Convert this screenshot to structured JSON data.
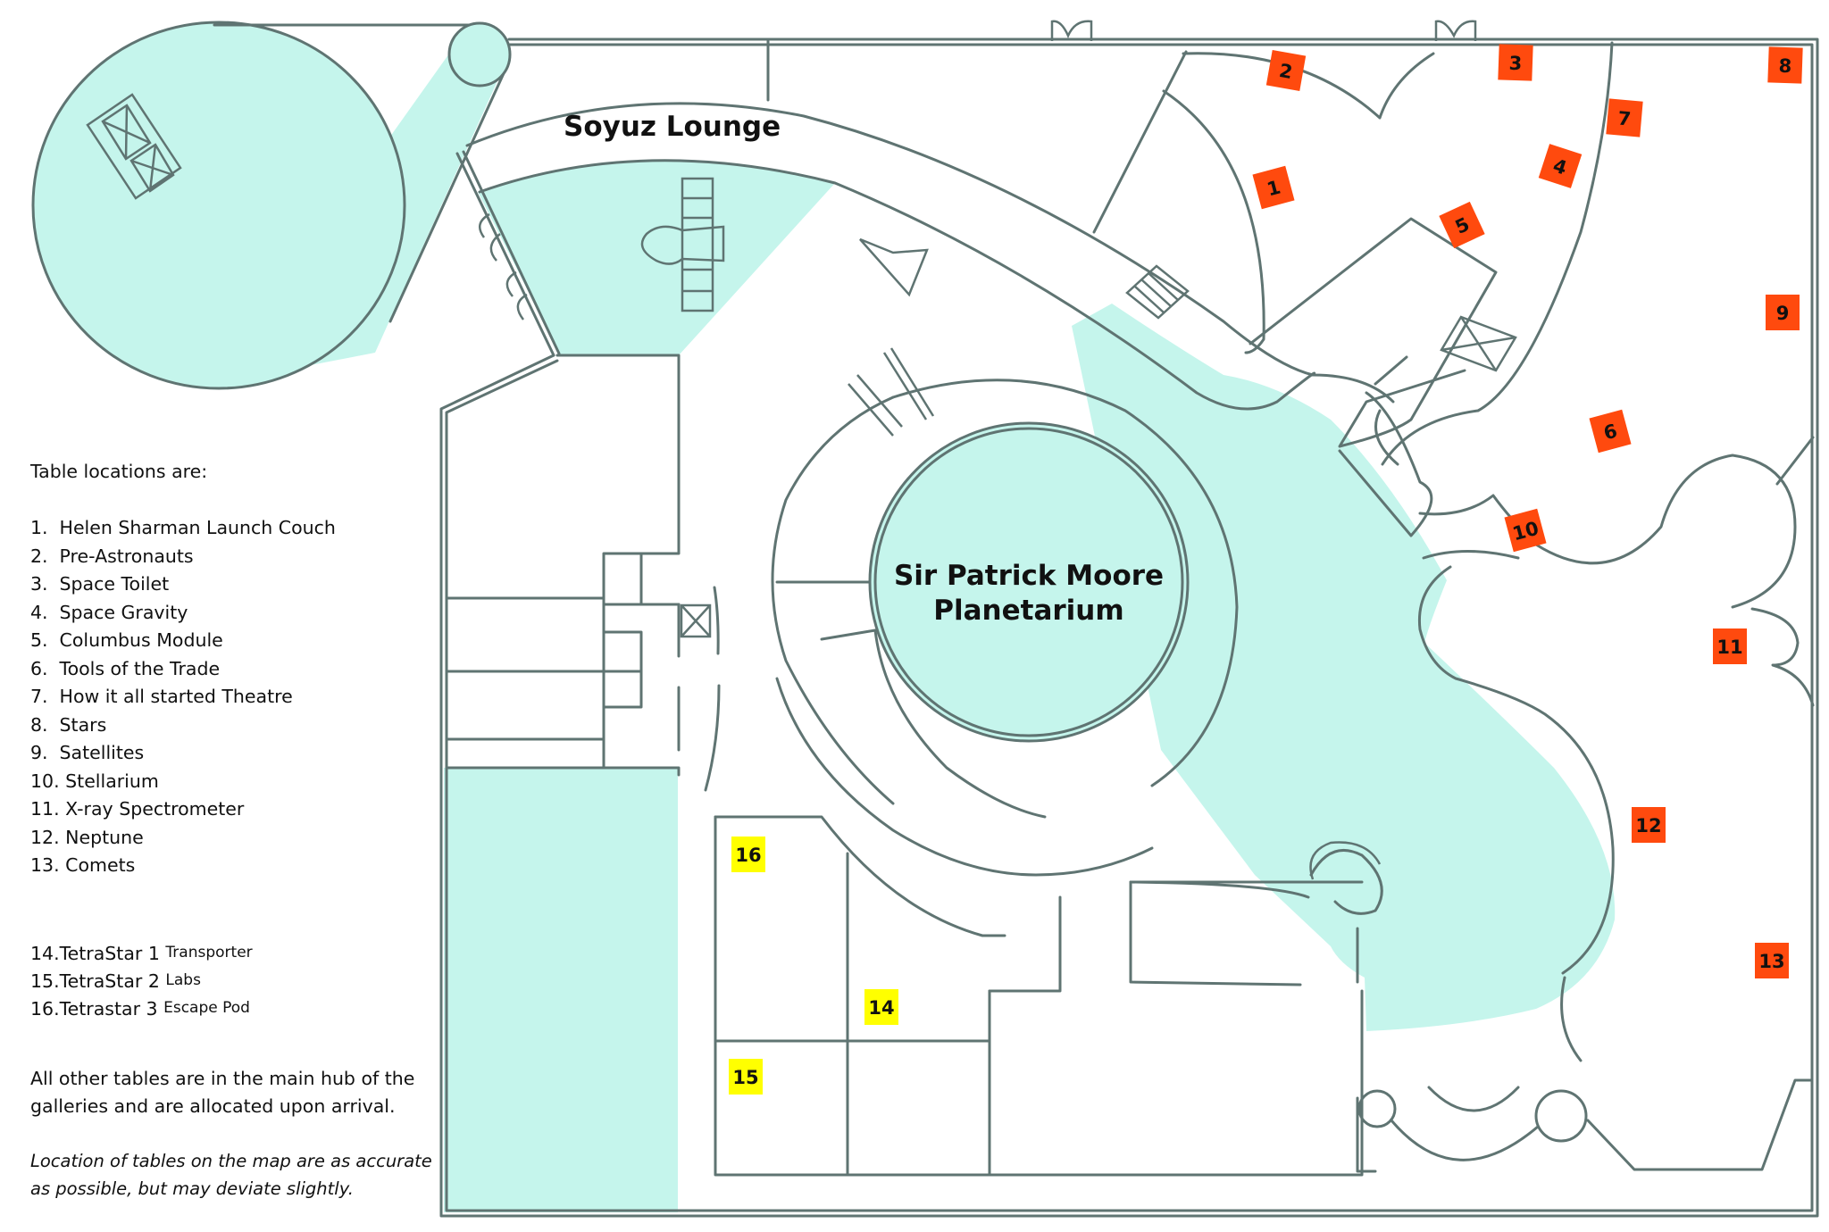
{
  "colors": {
    "gallery_fill": "#c5f5ec",
    "wall_stroke": "#5f7472",
    "main_table_marker": "#ff4a0e",
    "tetrastar_marker": "#ffff00"
  },
  "regions": {
    "soyuz_lounge": "Soyuz Lounge",
    "planetarium_line1": "Sir Patrick Moore",
    "planetarium_line2": "Planetarium"
  },
  "legend": {
    "title": "Table locations are:",
    "items": [
      {
        "number": "1.",
        "label": "Helen Sharman Launch Couch"
      },
      {
        "number": "2.",
        "label": "Pre-Astronauts"
      },
      {
        "number": "3.",
        "label": "Space Toilet"
      },
      {
        "number": "4.",
        "label": "Space Gravity"
      },
      {
        "number": "5.",
        "label": "Columbus Module"
      },
      {
        "number": "6.",
        "label": "Tools of the Trade"
      },
      {
        "number": "7.",
        "label": "How it all started Theatre"
      },
      {
        "number": "8.",
        "label": "Stars"
      },
      {
        "number": "9.",
        "label": "Satellites"
      },
      {
        "number": "10.",
        "label": "Stellarium"
      },
      {
        "number": "11.",
        "label": "X-ray Spectrometer"
      },
      {
        "number": "12.",
        "label": "Neptune"
      },
      {
        "number": "13.",
        "label": "Comets"
      }
    ],
    "tetrastar": [
      {
        "number": "14.",
        "label": "TetraStar 1",
        "sub": "Transporter"
      },
      {
        "number": "15.",
        "label": "TetraStar 2",
        "sub": "Labs"
      },
      {
        "number": "16.",
        "label": "Tetrastar 3",
        "sub": "Escape Pod"
      }
    ],
    "note": "All other tables are in the main hub of the galleries and are allocated upon arrival.",
    "disclaimer": "Location of tables on the map are as accurate as possible, but may deviate slightly."
  },
  "markers": [
    {
      "id": "1",
      "type": "main"
    },
    {
      "id": "2",
      "type": "main"
    },
    {
      "id": "3",
      "type": "main"
    },
    {
      "id": "4",
      "type": "main"
    },
    {
      "id": "5",
      "type": "main"
    },
    {
      "id": "6",
      "type": "main"
    },
    {
      "id": "7",
      "type": "main"
    },
    {
      "id": "8",
      "type": "main"
    },
    {
      "id": "9",
      "type": "main"
    },
    {
      "id": "10",
      "type": "main"
    },
    {
      "id": "11",
      "type": "main"
    },
    {
      "id": "12",
      "type": "main"
    },
    {
      "id": "13",
      "type": "main"
    },
    {
      "id": "14",
      "type": "tetrastar"
    },
    {
      "id": "15",
      "type": "tetrastar"
    },
    {
      "id": "16",
      "type": "tetrastar"
    }
  ]
}
